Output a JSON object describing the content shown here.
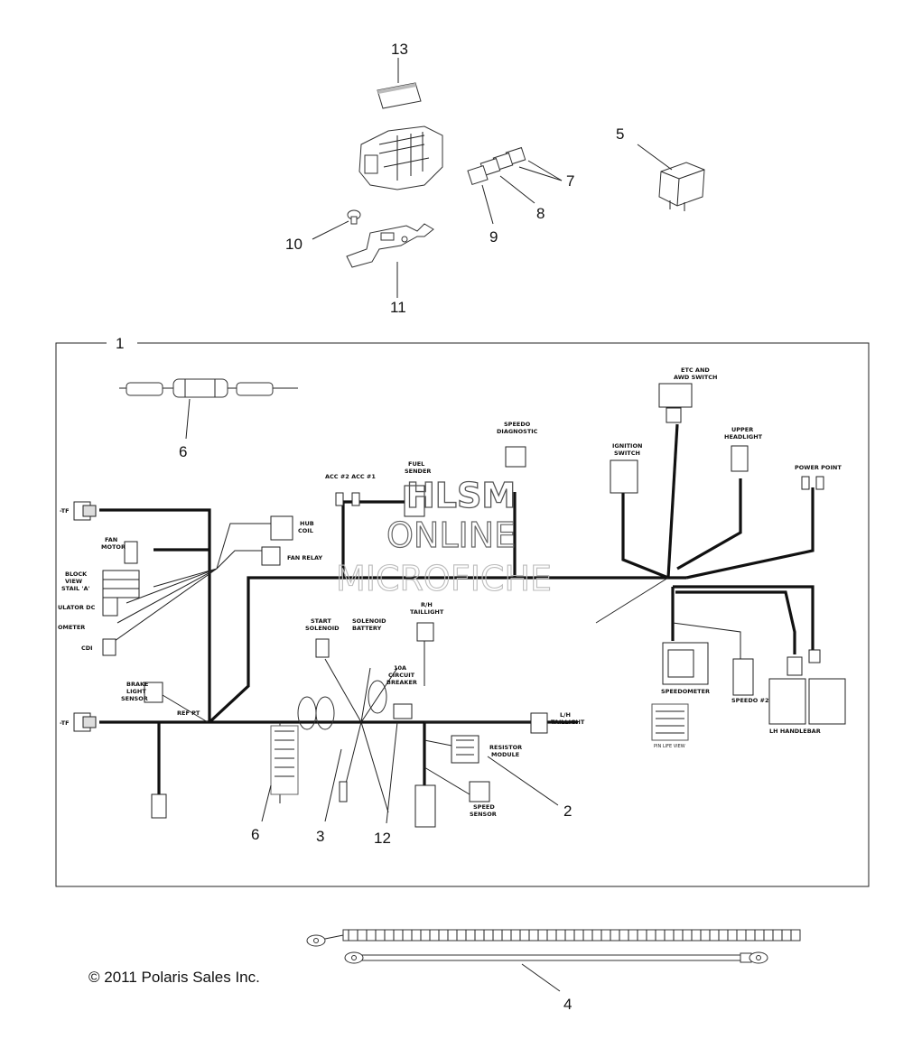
{
  "callouts": {
    "c13": "13",
    "c5": "5",
    "c7": "7",
    "c8": "8",
    "c9": "9",
    "c10": "10",
    "c11": "11",
    "c1": "1",
    "c6a": "6",
    "c6b": "6",
    "c2": "2",
    "c3": "3",
    "c12": "12",
    "c4": "4"
  },
  "labels": {
    "etc_awd": "ETC AND",
    "etc_awd2": "AWD SWITCH",
    "upper_headlight": "UPPER",
    "upper_headlight2": "HEADLIGHT",
    "speedo_diag": "SPEEDO",
    "speedo_diag2": "DIAGNOSTIC",
    "ignition": "IGNITION",
    "ignition2": "SWITCH",
    "power_point": "POWER POINT",
    "acc": "ACC #2  ACC #1",
    "fuel_sender": "FUEL",
    "fuel_sender2": "SENDER",
    "hub_coil": "HUB",
    "hub_coil2": "COIL",
    "fan_relay": "FAN RELAY",
    "fan_motor": "FAN",
    "fan_motor2": "MOTOR",
    "block_view": "BLOCK",
    "block_view2": "VIEW",
    "stall_a": "STAIL 'A'",
    "regulator": "ULATOR DC",
    "odometer": "OMETER",
    "cdi": "CDI",
    "rh_taillight": "R/H",
    "rh_taillight2": "TAILLIGHT",
    "start_solenoid": "START",
    "start_solenoid2": "SOLENOID",
    "solenoid_battery": "SOLENOID",
    "solenoid_battery2": "BATTERY",
    "circuit_breaker": "10A",
    "circuit_breaker2": "CIRCUIT",
    "circuit_breaker3": "BREAKER",
    "brake_light": "BRAKE",
    "brake_light2": "LIGHT",
    "brake_light3": "SENSOR",
    "ref_pt": "REF PT",
    "lh_taillight": "L/H",
    "lh_taillight2": "TAILLIGHT",
    "resistor_module": "RESISTOR",
    "resistor_module2": "MODULE",
    "speed_sensor": "SPEED",
    "speed_sensor2": "SENSOR",
    "speedometer": "SPEEDOMETER",
    "speedo_2": "SPEEDO #2",
    "lh_handlebar": "LH HANDLEBAR",
    "pin_lf": "PIN LIFE VIEW",
    "tf_left": "-TF",
    "tf_left2": "-TF"
  },
  "watermark": {
    "line1": "HLSM",
    "line2": "ONLINE",
    "line3": "MICROFICHE"
  },
  "copyright": "© 2011 Polaris Sales Inc."
}
